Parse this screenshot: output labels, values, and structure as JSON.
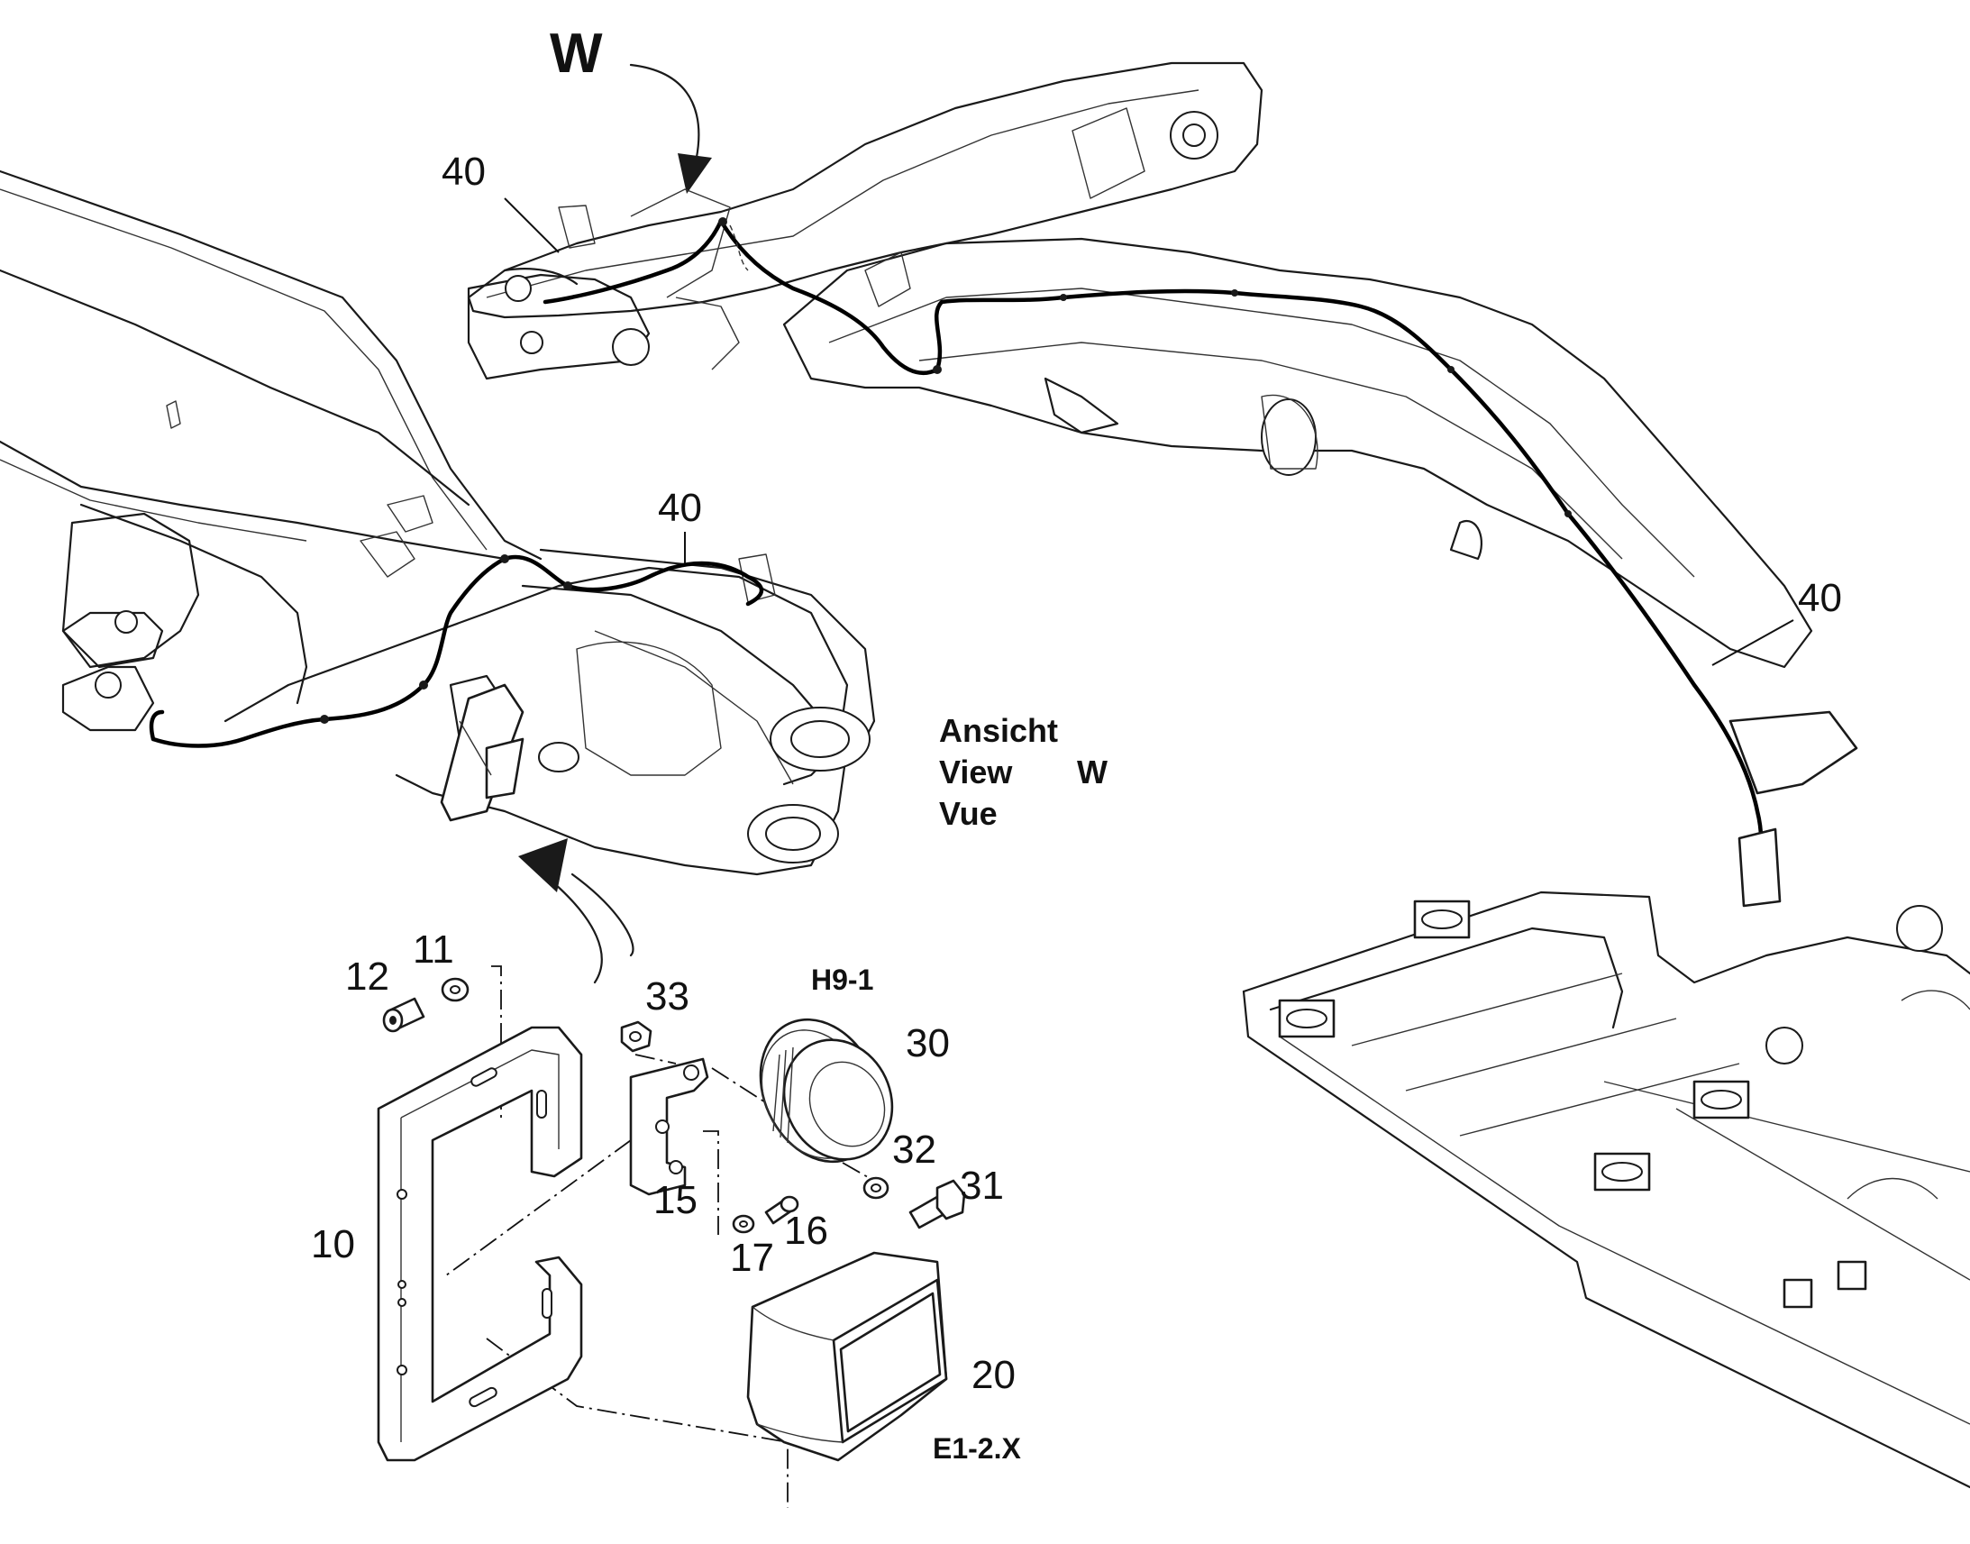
{
  "view": {
    "letter": "W",
    "caption_lines": [
      "Ansicht",
      "View",
      "Vue"
    ],
    "caption_letter": "W"
  },
  "callouts": {
    "harness_top": "40",
    "harness_left": "40",
    "harness_right": "40",
    "bracket": "10",
    "washer_11": "11",
    "screw_12": "12",
    "holder_15": "15",
    "screw_16": "16",
    "washer_17": "17",
    "lamp": "20",
    "horn": "30",
    "bolt_31": "31",
    "washer_32": "32",
    "nut_33": "33"
  },
  "designations": {
    "horn": "H9-1",
    "lamp": "E1-2.X"
  }
}
